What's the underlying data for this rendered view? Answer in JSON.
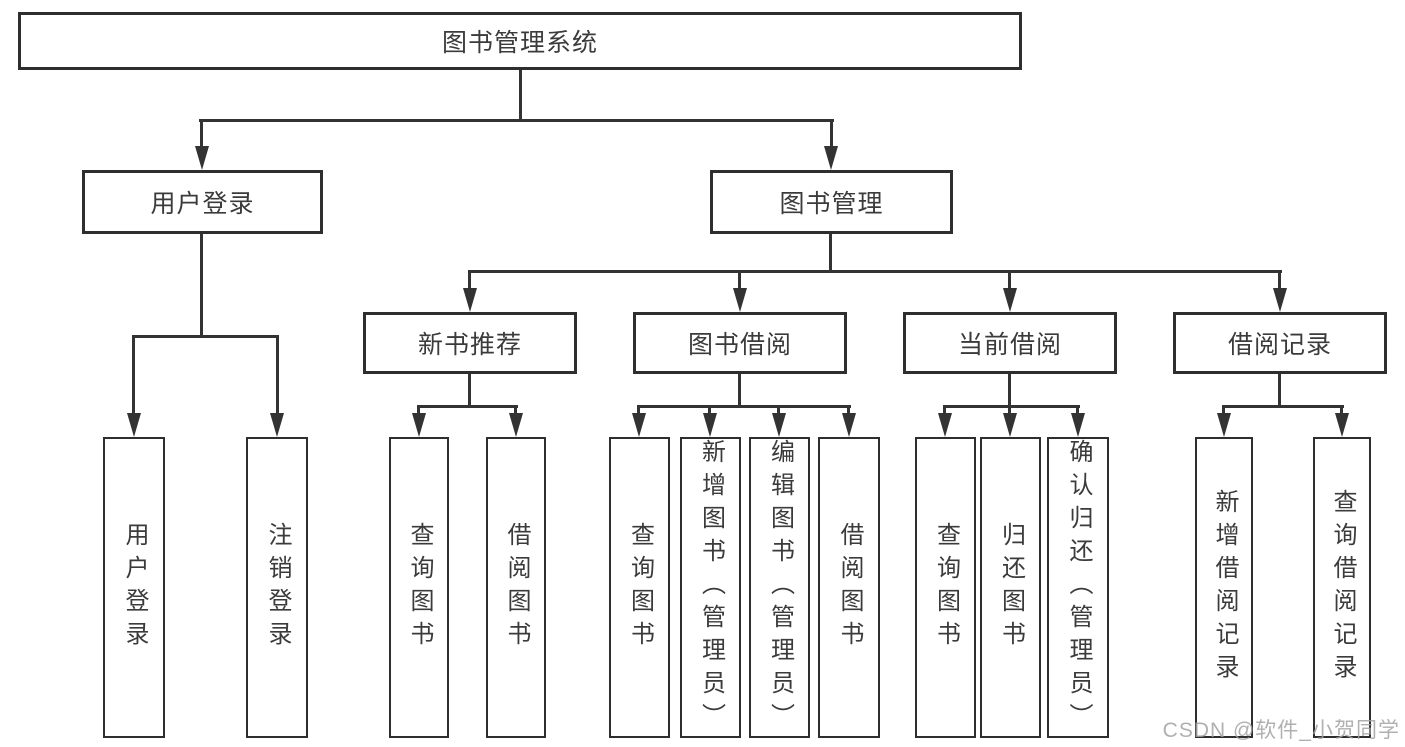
{
  "watermark": "CSDN @软件_小贺同学",
  "colors": {
    "background": "#ffffff",
    "line": "#333333",
    "box_border": "#2e2e2e",
    "text": "#3b3b3b",
    "watermark_text": "#a2a2a2"
  },
  "tree": {
    "label": "图书管理系统",
    "children": [
      {
        "label": "用户登录",
        "children": [
          {
            "label": "用户登录"
          },
          {
            "label": "注销登录"
          }
        ]
      },
      {
        "label": "图书管理",
        "children": [
          {
            "label": "新书推荐",
            "children": [
              {
                "label": "查询图书"
              },
              {
                "label": "借阅图书"
              }
            ]
          },
          {
            "label": "图书借阅",
            "children": [
              {
                "label": "查询图书"
              },
              {
                "label": "新增图书（管理员）"
              },
              {
                "label": "编辑图书（管理员）"
              },
              {
                "label": "借阅图书"
              }
            ]
          },
          {
            "label": "当前借阅",
            "children": [
              {
                "label": "查询图书"
              },
              {
                "label": "归还图书"
              },
              {
                "label": "确认归还（管理员）"
              }
            ]
          },
          {
            "label": "借阅记录",
            "children": [
              {
                "label": "新增借阅记录"
              },
              {
                "label": "查询借阅记录"
              }
            ]
          }
        ]
      }
    ]
  }
}
